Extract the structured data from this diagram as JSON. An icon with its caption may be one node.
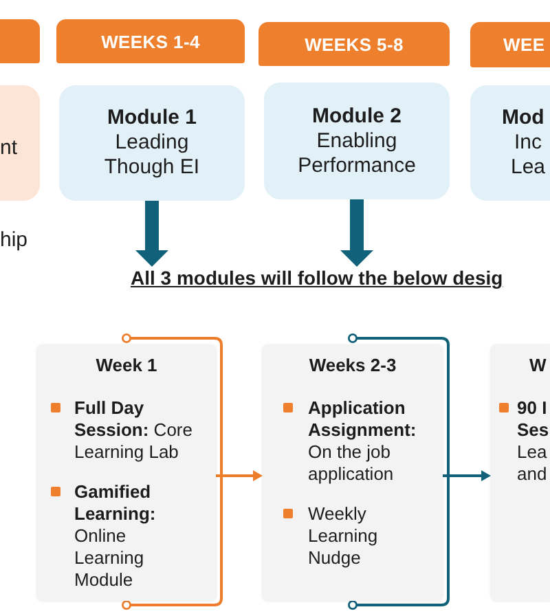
{
  "diagram": {
    "nodes": [
      {
        "text": [],
        "shape": "box"
      },
      {
        "text": [
          "WEEKS 1-4"
        ]
      },
      {
        "text": [
          "WEEKS 5-8"
        ]
      },
      {
        "text": [
          "WEE"
        ]
      },
      {
        "text": [
          "nt"
        ]
      },
      {
        "text": [
          "Module 1",
          "Leading Though EI"
        ]
      },
      {
        "text": [
          "Module 2",
          "Enabling Performance"
        ]
      },
      {
        "text": [
          "Mod",
          "Inc Lea"
        ]
      },
      {
        "text": [
          "All 3 modules will follow the below desig"
        ]
      },
      {
        "text": [
          "Week 1",
          "**Full Day Session:** Core Learning Lab",
          "**Gamified Learning:** Online Learning Module"
        ]
      },
      {
        "text": [
          "Weeks 2-3",
          "**Application Assignment:** On the job application",
          "Weekly Learning Nudge"
        ]
      },
      {
        "text": [
          "W",
          "**90 I Ses** Lea and"
        ]
      }
    ],
    "edges": [
      {
        "from": 5,
        "to": 8,
        "arrow": "to",
        "style": "thick"
      },
      {
        "from": 6,
        "to": 8,
        "arrow": "to",
        "style": "thick"
      },
      {
        "from": 9,
        "to": 10,
        "arrow": "to",
        "color": "#ee7d2b"
      },
      {
        "from": 10,
        "to": 11,
        "arrow": "to"
      }
    ],
    "labels": [
      "hip"
    ]
  }
}
